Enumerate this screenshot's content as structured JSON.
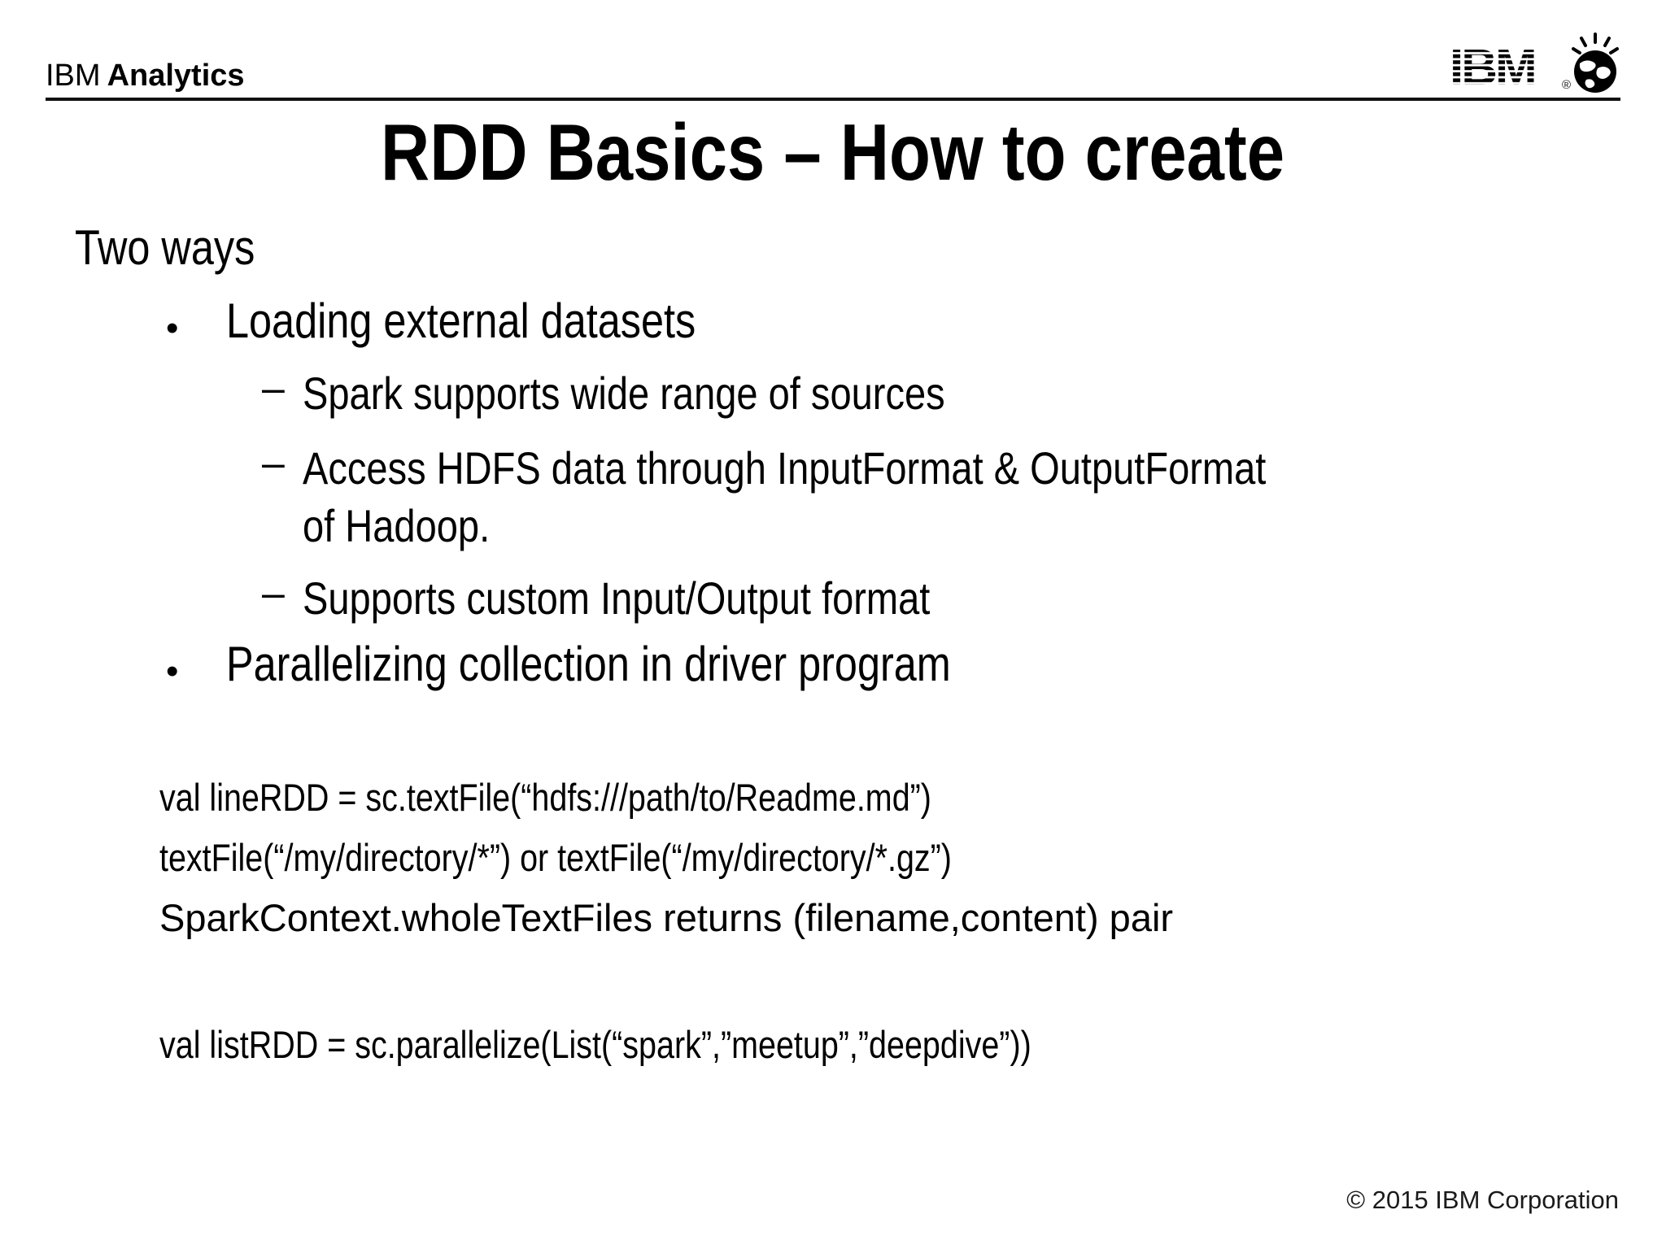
{
  "header": {
    "brand_light": "IBM",
    "brand_bold": "Analytics",
    "logo": {
      "ibm_text": "IBM",
      "registered_mark": "®"
    }
  },
  "slide": {
    "title": "RDD Basics – How to create",
    "intro": "Two ways",
    "markers": {
      "bullet": "•",
      "dash": "–"
    },
    "bullets": [
      {
        "label": "Loading external datasets",
        "sub": [
          "Spark supports wide range of sources",
          "Access HDFS data through InputFormat & OutputFormat\nof Hadoop.",
          "Supports custom Input/Output format"
        ]
      },
      {
        "label": "Parallelizing collection in driver program",
        "sub": []
      }
    ],
    "code": {
      "line1": "val lineRDD = sc.textFile(“hdfs:///path/to/Readme.md”)",
      "line2": "textFile(“/my/directory/*”) or textFile(“/my/directory/*.gz”)",
      "line3": "SparkContext.wholeTextFiles returns (filename,content) pair",
      "line4": "val listRDD = sc.parallelize(List(“spark”,”meetup”,”deepdive”))"
    },
    "footer": "© 2015 IBM Corporation"
  },
  "icons": {
    "ibm_8bar_logo": "ibm-8bar-logo",
    "smarter_planet_globe": "smarter-planet-globe-icon"
  },
  "colors": {
    "background": "#ffffff",
    "text": "#000000",
    "rule": "#111111"
  }
}
